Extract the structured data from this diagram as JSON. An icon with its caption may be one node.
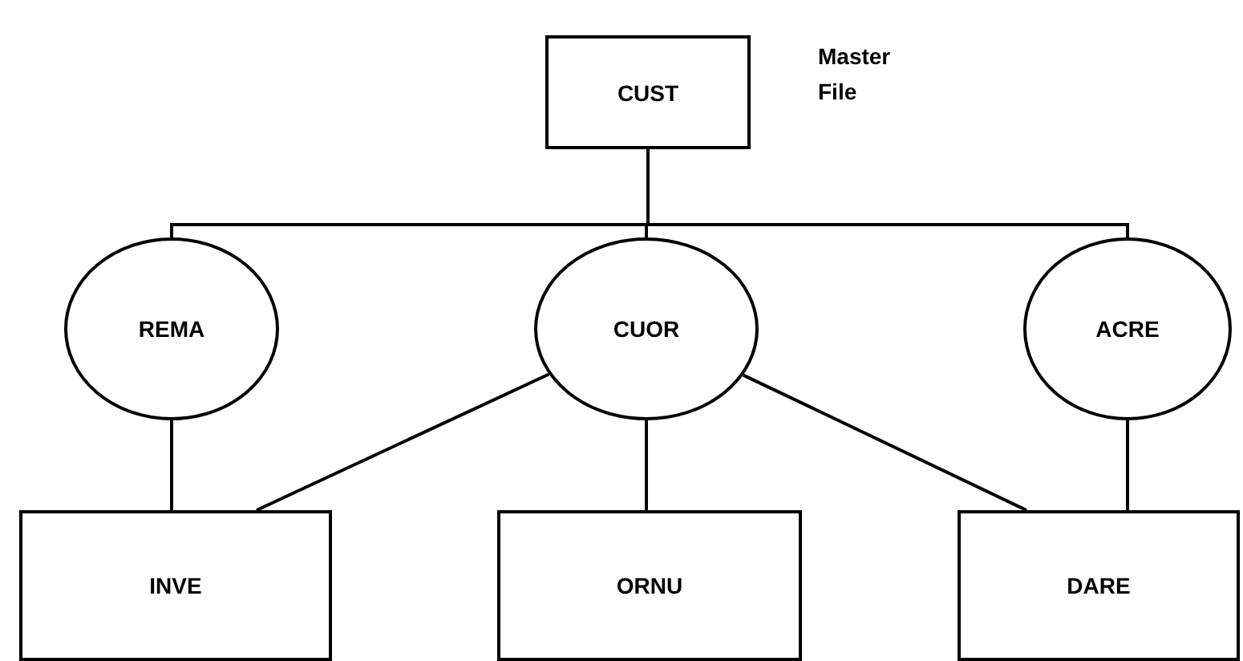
{
  "diagram": {
    "nodes": [
      {
        "text": [
          "CUST"
        ],
        "beside": [
          "Master File"
        ]
      },
      {
        "text": [
          "REMA"
        ]
      },
      {
        "text": [
          "CUOR"
        ]
      },
      {
        "text": [
          "ACRE"
        ]
      },
      {
        "text": [
          "INVE"
        ]
      },
      {
        "text": [
          "ORNU"
        ]
      },
      {
        "text": [
          "DARE"
        ]
      }
    ],
    "edges": [
      {
        "from": 0,
        "to": 1,
        "arrow": "none"
      },
      {
        "from": 0,
        "to": 2,
        "arrow": "none"
      },
      {
        "from": 0,
        "to": 3,
        "arrow": "none"
      },
      {
        "from": 1,
        "to": 4,
        "arrow": "none"
      },
      {
        "from": 2,
        "to": 4,
        "arrow": "none"
      },
      {
        "from": 2,
        "to": 5,
        "arrow": "none"
      },
      {
        "from": 2,
        "to": 6,
        "arrow": "none"
      },
      {
        "from": 3,
        "to": 6,
        "arrow": "none"
      }
    ]
  }
}
